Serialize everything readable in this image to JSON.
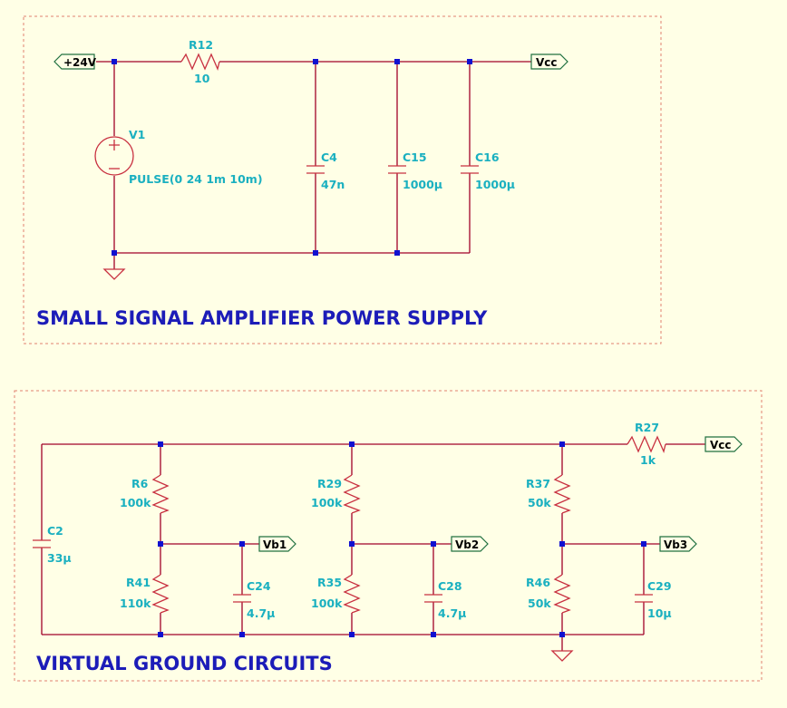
{
  "sections": {
    "power_supply": {
      "title": "SMALL SIGNAL AMPLIFIER POWER SUPPLY",
      "nets": {
        "in": "+24V",
        "out": "Vcc"
      },
      "components": {
        "r12": {
          "ref": "R12",
          "value": "10"
        },
        "v1": {
          "ref": "V1",
          "value": "PULSE(0 24 1m 10m)"
        },
        "c4": {
          "ref": "C4",
          "value": "47n"
        },
        "c15": {
          "ref": "C15",
          "value": "1000µ"
        },
        "c16": {
          "ref": "C16",
          "value": "1000µ"
        }
      }
    },
    "virtual_ground": {
      "title": "VIRTUAL GROUND CIRCUITS",
      "nets": {
        "vcc": "Vcc",
        "vb1": "Vb1",
        "vb2": "Vb2",
        "vb3": "Vb3"
      },
      "components": {
        "c2": {
          "ref": "C2",
          "value": "33µ"
        },
        "r6": {
          "ref": "R6",
          "value": "100k"
        },
        "r41": {
          "ref": "R41",
          "value": "110k"
        },
        "c24": {
          "ref": "C24",
          "value": "4.7µ"
        },
        "r29": {
          "ref": "R29",
          "value": "100k"
        },
        "r35": {
          "ref": "R35",
          "value": "100k"
        },
        "c28": {
          "ref": "C28",
          "value": "4.7µ"
        },
        "r27": {
          "ref": "R27",
          "value": "1k"
        },
        "r37": {
          "ref": "R37",
          "value": "50k"
        },
        "r46": {
          "ref": "R46",
          "value": "50k"
        },
        "c29": {
          "ref": "C29",
          "value": "10µ"
        }
      }
    }
  },
  "colors": {
    "background": "#ffffe6",
    "wire": "#a00028",
    "component": "#c83040",
    "node": "#1010d0",
    "label": "#1ab0c0",
    "title": "#1c1cb8"
  }
}
